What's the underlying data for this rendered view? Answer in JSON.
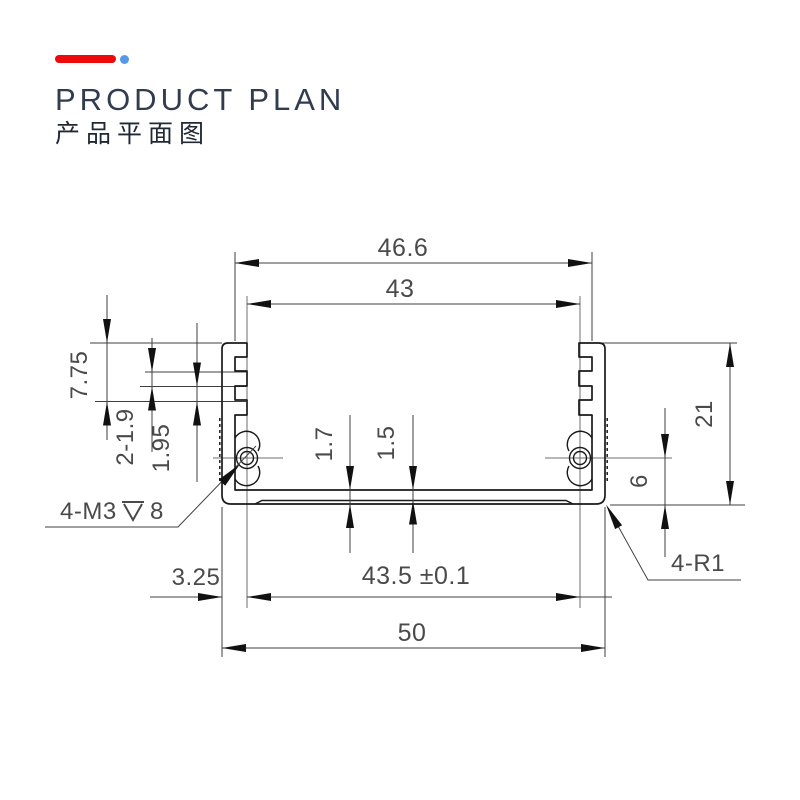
{
  "header": {
    "title_en": "PRODUCT PLAN",
    "title_zh": "产品平面图",
    "accent_bar_color": "#ee0a0a",
    "accent_dot_color": "#5599e8"
  },
  "drawing": {
    "type": "extrusion-profile-cross-section",
    "dims": {
      "top_outer_width": "46.6",
      "top_inner_width": "43",
      "left_fin_zone_height": "7.75",
      "left_grooves": "2-1.9",
      "left_tooth": "1.95",
      "floor_thickness_a": "1.7",
      "floor_thickness_b": "1.5",
      "overall_height": "21",
      "boss_center_to_bottom": "6",
      "edge_to_hole_center": "3.25",
      "hole_center_spacing": "43.5 ±0.1",
      "bottom_outer_width": "50"
    },
    "labels": {
      "screw_prefix": "4-M3",
      "screw_depth": "8",
      "depth_symbol": "⊽",
      "corner_radius": "4-R1"
    }
  }
}
